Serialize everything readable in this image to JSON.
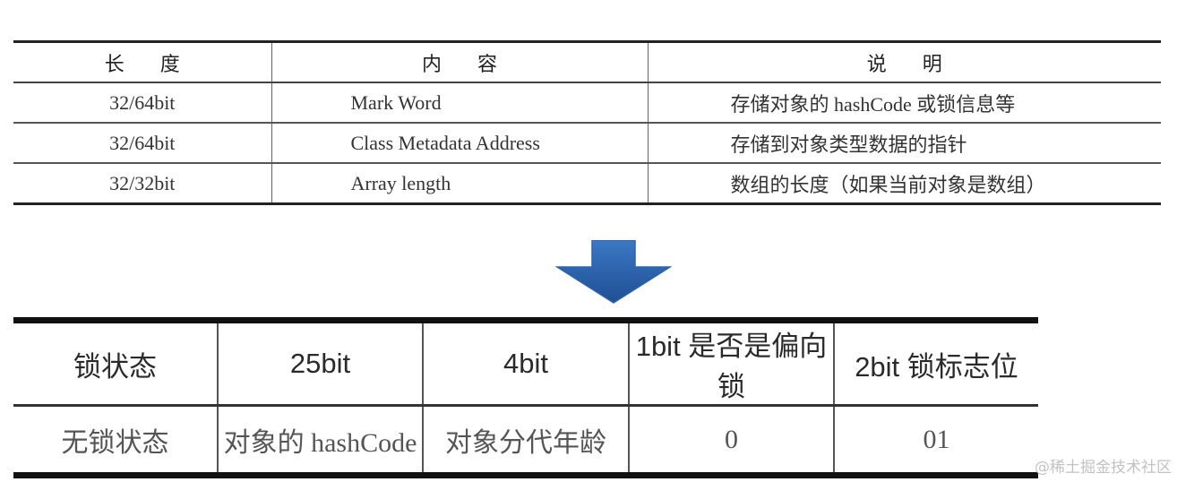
{
  "top_table": {
    "headers": [
      "长度",
      "内容",
      "说明"
    ],
    "rows": [
      {
        "length": "32/64bit",
        "content": "Mark Word",
        "desc": "存储对象的 hashCode 或锁信息等"
      },
      {
        "length": "32/64bit",
        "content": "Class Metadata Address",
        "desc": "存储到对象类型数据的指针"
      },
      {
        "length": "32/32bit",
        "content": "Array length",
        "desc": "数组的长度（如果当前对象是数组）"
      }
    ]
  },
  "arrow": {
    "icon": "down-arrow-icon",
    "color": "#2b64ad"
  },
  "bottom_table": {
    "headers": [
      "锁状态",
      "25bit",
      "4bit",
      "1bit 是否是偏向锁",
      "2bit 锁标志位"
    ],
    "row": [
      "无锁状态",
      "对象的 hashCode",
      "对象分代年龄",
      "0",
      "01"
    ]
  },
  "watermark": "@稀土掘金技术社区"
}
